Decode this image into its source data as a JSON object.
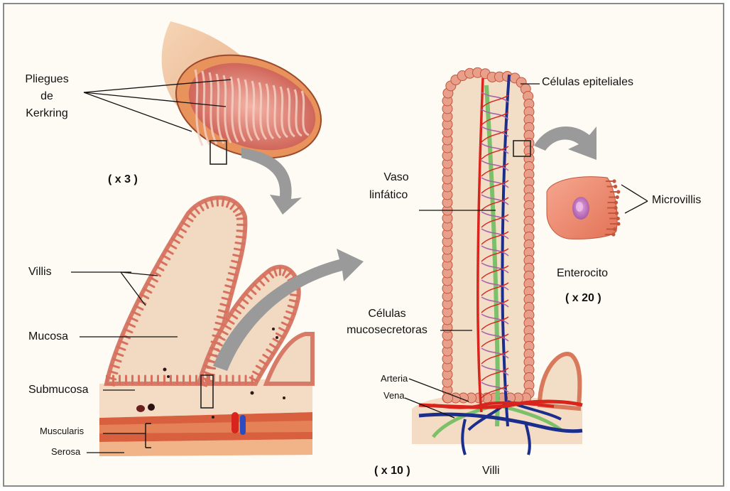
{
  "labels": {
    "pliegues": "Pliegues",
    "de": "de",
    "kerkring": "Kerkring",
    "mag_x3": "( x 3 )",
    "villis": "Villis",
    "mucosa": "Mucosa",
    "submucosa": "Submucosa",
    "muscularis": "Muscularis",
    "serosa": "Serosa",
    "mag_x10": "( x 10 )",
    "celulas_epiteliales": "Células epiteliales",
    "vaso": "Vaso",
    "linfatico": "linfático",
    "celulas": "Células",
    "mucosecretoras": "mucosecretoras",
    "arteria": "Arteria",
    "vena": "Vena",
    "villi": "Villi",
    "microvillis": "Microvillis",
    "enterocito": "Enterocito",
    "mag_x20": "( x 20 )"
  },
  "colors": {
    "tissue_pink": "#e9a08a",
    "tissue_dark": "#c4553e",
    "wall_orange": "#e8925c",
    "muscle_red": "#d8603e",
    "artery_red": "#d8241c",
    "vein_blue": "#1c2e8c",
    "lymph_green": "#7cc06a",
    "arrow_gray": "#9a9a9a",
    "background": "#fdfbf4"
  }
}
